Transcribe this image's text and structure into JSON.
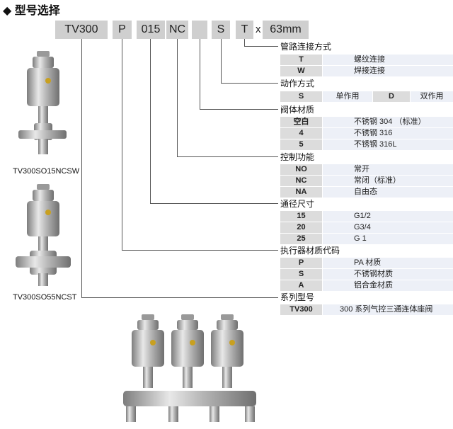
{
  "heading": "◆ 型号选择",
  "code": {
    "segments": [
      "TV300",
      "P",
      "015",
      "NC",
      "",
      "S",
      "T"
    ],
    "x_mark": "x",
    "size": "63mm"
  },
  "sections": {
    "connection": {
      "title": "管路连接方式",
      "rows": [
        {
          "key": "T",
          "value": "螺纹连接"
        },
        {
          "key": "W",
          "value": "焊接连接"
        }
      ]
    },
    "action": {
      "title": "动作方式",
      "row": {
        "key1": "S",
        "value1": "单作用",
        "key2": "D",
        "value2": "双作用"
      }
    },
    "body_material": {
      "title": "阀体材质",
      "rows": [
        {
          "key": "空白",
          "value": "不锈钢 304 （标准）"
        },
        {
          "key": "4",
          "value": "不锈钢 316"
        },
        {
          "key": "5",
          "value": "不锈钢 316L"
        }
      ]
    },
    "control": {
      "title": "控制功能",
      "rows": [
        {
          "key": "NO",
          "value": "常开"
        },
        {
          "key": "NC",
          "value": "常闭（标准）"
        },
        {
          "key": "NA",
          "value": "自由态"
        }
      ]
    },
    "size": {
      "title": "通径尺寸",
      "rows": [
        {
          "key": "15",
          "value": "G1/2"
        },
        {
          "key": "20",
          "value": "G3/4"
        },
        {
          "key": "25",
          "value": "G 1"
        }
      ]
    },
    "actuator": {
      "title": "执行器材质代码",
      "rows": [
        {
          "key": "P",
          "value": "PA 材质"
        },
        {
          "key": "S",
          "value": "不锈钢材质"
        },
        {
          "key": "A",
          "value": "铝合金材质"
        }
      ]
    },
    "series": {
      "title": "系列型号",
      "rows": [
        {
          "key": "TV300",
          "value": "300 系列气控三通连体座阀"
        }
      ]
    }
  },
  "captions": {
    "valve1": "TV300SO15NCSW",
    "valve2": "TV300SO55NCST"
  },
  "colors": {
    "code_box": "#cfcfcf",
    "key_cell": "#dcdcdc",
    "value_cell": "#edf0f7",
    "leader_line": "#555555"
  }
}
